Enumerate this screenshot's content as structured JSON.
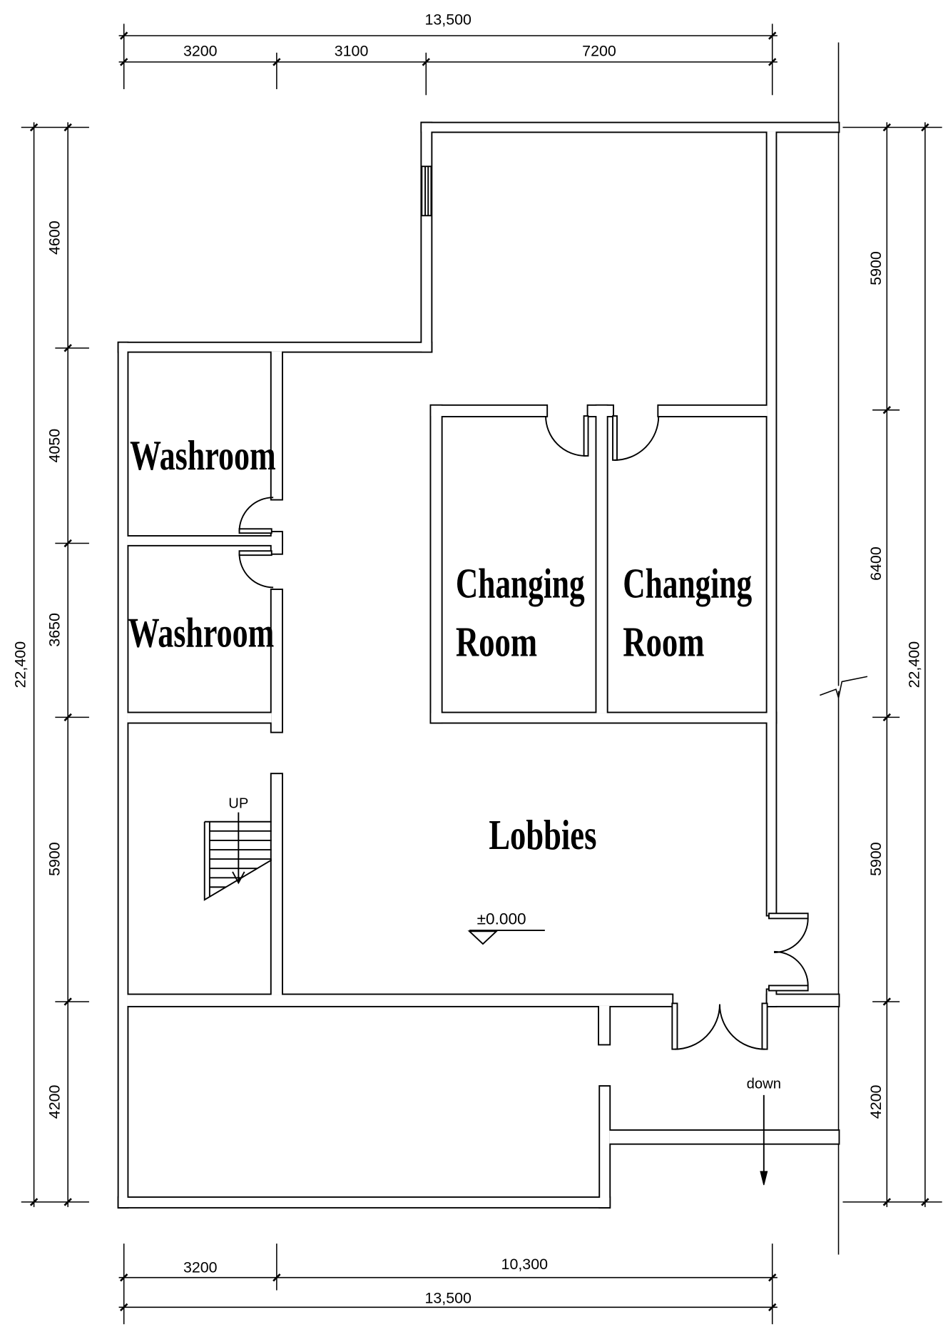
{
  "dimensions": {
    "top": {
      "total": "13,500",
      "segments": [
        "3200",
        "3100",
        "7200"
      ]
    },
    "left": {
      "total": "22,400",
      "segments": [
        "4600",
        "4050",
        "3650",
        "5900",
        "4200"
      ]
    },
    "right": {
      "total": "22,400",
      "segments": [
        "5900",
        "6400",
        "5900",
        "4200"
      ]
    },
    "bottom": {
      "total": "13,500",
      "segments": [
        "3200",
        "10,300"
      ]
    }
  },
  "rooms": {
    "washroom_upper": "Washroom",
    "washroom_lower": "Washroom",
    "changing_room_left": {
      "line1": "Changing",
      "line2": "Room"
    },
    "changing_room_right": {
      "line1": "Changing",
      "line2": "Room"
    },
    "lobbies": "Lobbies"
  },
  "annotations": {
    "floor_elevation": "±0.000",
    "stair_direction": "UP",
    "ramp_direction": "down"
  }
}
